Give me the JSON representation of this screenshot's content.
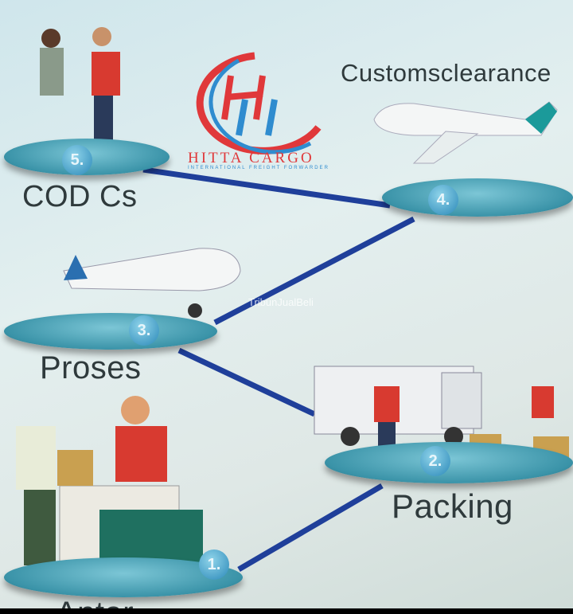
{
  "logo": {
    "brand": "HITTA CARGO",
    "tagline": "INTERNATIONAL FREIGHT FORWARDER"
  },
  "watermark": "TribunJualBeli",
  "steps": [
    {
      "number": "1.",
      "label": "Antar"
    },
    {
      "number": "2.",
      "label": "Packing"
    },
    {
      "number": "3.",
      "label": "Proses"
    },
    {
      "number": "4.",
      "label": "Customsclearance"
    },
    {
      "number": "5.",
      "label": "COD Cs"
    }
  ],
  "colors": {
    "line": "#1f3f9a",
    "disc": "#3a93a8",
    "logo_red": "#e0383a",
    "logo_blue": "#2f8ccf"
  }
}
